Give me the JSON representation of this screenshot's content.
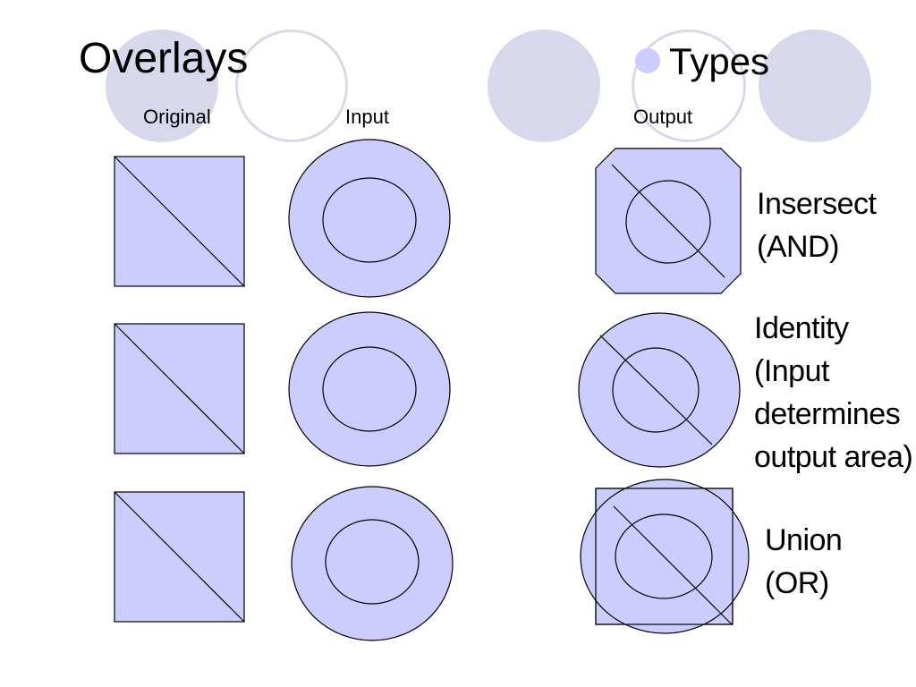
{
  "slide": {
    "title": "Overlays",
    "bullet": "Types"
  },
  "column_headers": {
    "original": "Original",
    "input": "Input",
    "output": "Output"
  },
  "colors": {
    "fill": "#ccccff",
    "stroke": "#000000",
    "decoration": "#d8d8ec"
  },
  "overlay_types": [
    {
      "name": "intersect",
      "label_lines": [
        "Insersect",
        "(AND)"
      ]
    },
    {
      "name": "identity",
      "label_lines": [
        "Identity",
        "(Input",
        "determines",
        "output area)"
      ]
    },
    {
      "name": "union",
      "label_lines": [
        "Union",
        "(OR)"
      ]
    }
  ]
}
